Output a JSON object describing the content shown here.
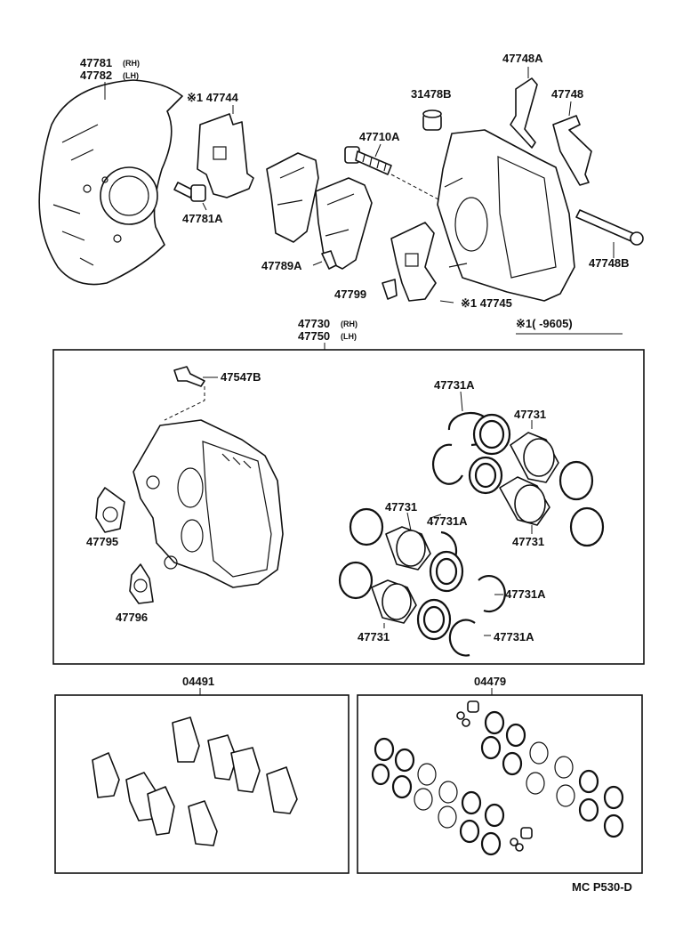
{
  "labels": {
    "shield_num_1": "47781",
    "shield_rh": "(RH)",
    "shield_num_2": "47782",
    "shield_lh": "(LH)",
    "shield_bolt": "47781A",
    "anti_squeal_1": "※1 47744",
    "pad": "47789A",
    "bolt": "47710A",
    "anti_squeal_2": "※1 47745",
    "clip": "47799",
    "cap": "31478B",
    "spring_a": "47748A",
    "spring": "47748",
    "pin": "47748B",
    "note": "※1(      -9605)",
    "caliper_num_1": "47730",
    "caliper_rh": "(RH)",
    "caliper_num_2": "47750",
    "caliper_lh": "(LH)",
    "bleeder": "47547B",
    "bush_1": "47795",
    "bush_2": "47796",
    "seal_kit_1": "47731A",
    "piston_1": "47731",
    "piston_2": "47731",
    "seal_kit_2": "47731A",
    "piston_3": "47731",
    "seal_kit_3": "47731A",
    "piston_4": "47731",
    "seal_kit_4": "47731A",
    "pad_kit": "04491",
    "cylinder_kit": "04479",
    "diagram_code": "MC  P530-D"
  }
}
